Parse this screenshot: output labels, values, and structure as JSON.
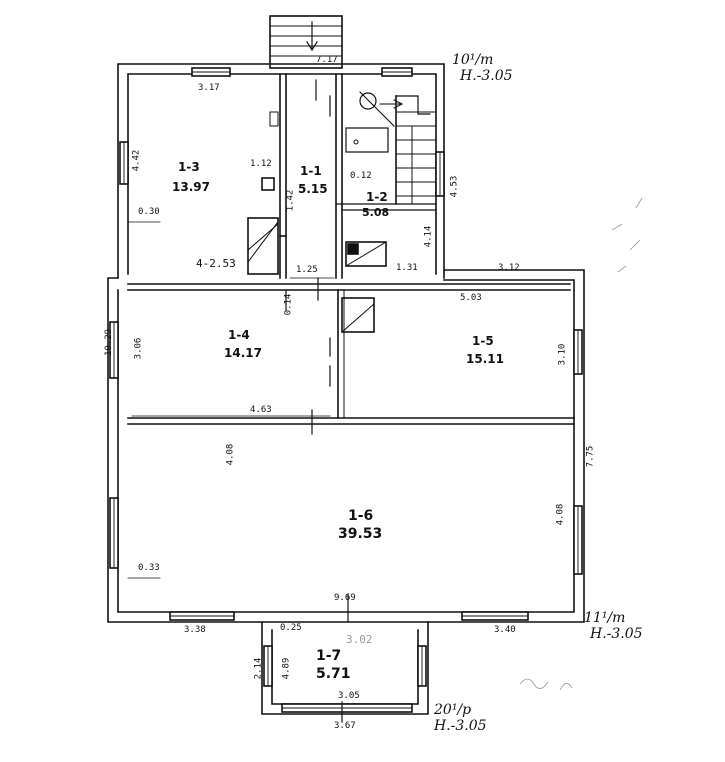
{
  "rooms": [
    {
      "id": "1-1",
      "area": "5.15"
    },
    {
      "id": "1-2",
      "area": "5.08"
    },
    {
      "id": "1-3",
      "area": "13.97"
    },
    {
      "id": "1-4",
      "area": "14.17"
    },
    {
      "id": "1-5",
      "area": "15.11"
    },
    {
      "id": "1-6",
      "area": "39.53"
    },
    {
      "id": "1-7",
      "area": "5.71"
    }
  ],
  "dimensions": {
    "top_total": "7.17",
    "room3_width": "3.17",
    "room3_height": "4.42",
    "room3_depth": "0.30",
    "room3_inner": "4-2.53",
    "small_1_1a": "1.12",
    "small_1_1b": "1.42",
    "small_1_2": "0.12",
    "corridor_width": "1.25",
    "room2_width": "1.31",
    "room2_height": "4.14",
    "right_upper": "4.53",
    "step_right": "3.12",
    "door_width": "0.14",
    "room5_width": "5.03",
    "left_total": "10.29",
    "room4_height": "3.06",
    "room5_height": "3.10",
    "room4_width": "4.63",
    "right_total": "7.75",
    "room6_left_height": "4.08",
    "room6_right_height": "4.08",
    "room6_wall": "0.33",
    "bottom_total": "9.69",
    "bottom_left": "3.38",
    "bottom_right": "3.40",
    "porch_gap": "0.25",
    "porch_top": "3.02",
    "porch_left_outer": "2.14",
    "porch_left_inner": "4.89",
    "porch_inner_width": "3.05",
    "porch_outer_width": "3.67"
  },
  "notes": {
    "upper_note_line1": "10¹/m",
    "upper_note_line2": "H.-3.05",
    "mid_note_line1": "11¹/m",
    "mid_note_line2": "H.-3.05",
    "lower_note_line1": "20¹/p",
    "lower_note_line2": "H.-3.05"
  }
}
